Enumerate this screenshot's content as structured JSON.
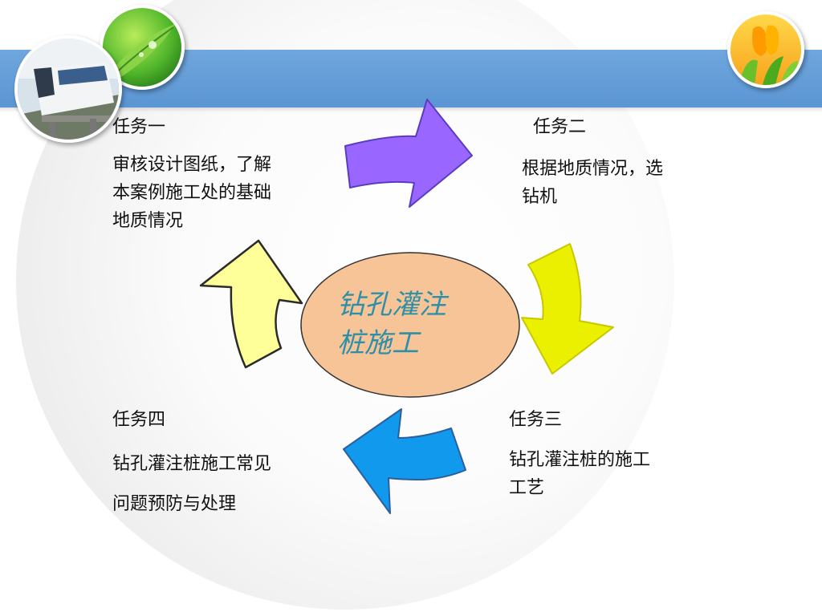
{
  "center": {
    "label_line1": "钻孔灌注",
    "label_line2": "桩施工",
    "fill_color": "#f7c497",
    "text_color": "#2e8fa8"
  },
  "tasks": [
    {
      "title": "任务一",
      "desc_lines": [
        "审核设计图纸，了解",
        "本案例施工处的基础",
        "地质情况"
      ]
    },
    {
      "title": "任务二",
      "desc_lines": [
        "根据地质情况，选",
        "钻机"
      ]
    },
    {
      "title": "任务三",
      "desc_lines": [
        "钻孔灌注桩的施工",
        "工艺"
      ]
    },
    {
      "title": "任务四",
      "desc_lines": [
        "钻孔灌注桩施工常见",
        "问题预防与处理"
      ]
    }
  ],
  "arrows": [
    {
      "name": "arrow-task1-to-task2",
      "color": "#9966ff"
    },
    {
      "name": "arrow-task2-to-task3",
      "color": "#ebf000"
    },
    {
      "name": "arrow-task3-to-task4",
      "color": "#1199ee"
    },
    {
      "name": "arrow-task4-to-task1",
      "color": "#ffff99"
    }
  ],
  "colors": {
    "band": "#5b95d3",
    "text": "#111111"
  },
  "images": [
    "maglev-train-photo",
    "green-leaf-photo",
    "yellow-tulip-photo"
  ]
}
